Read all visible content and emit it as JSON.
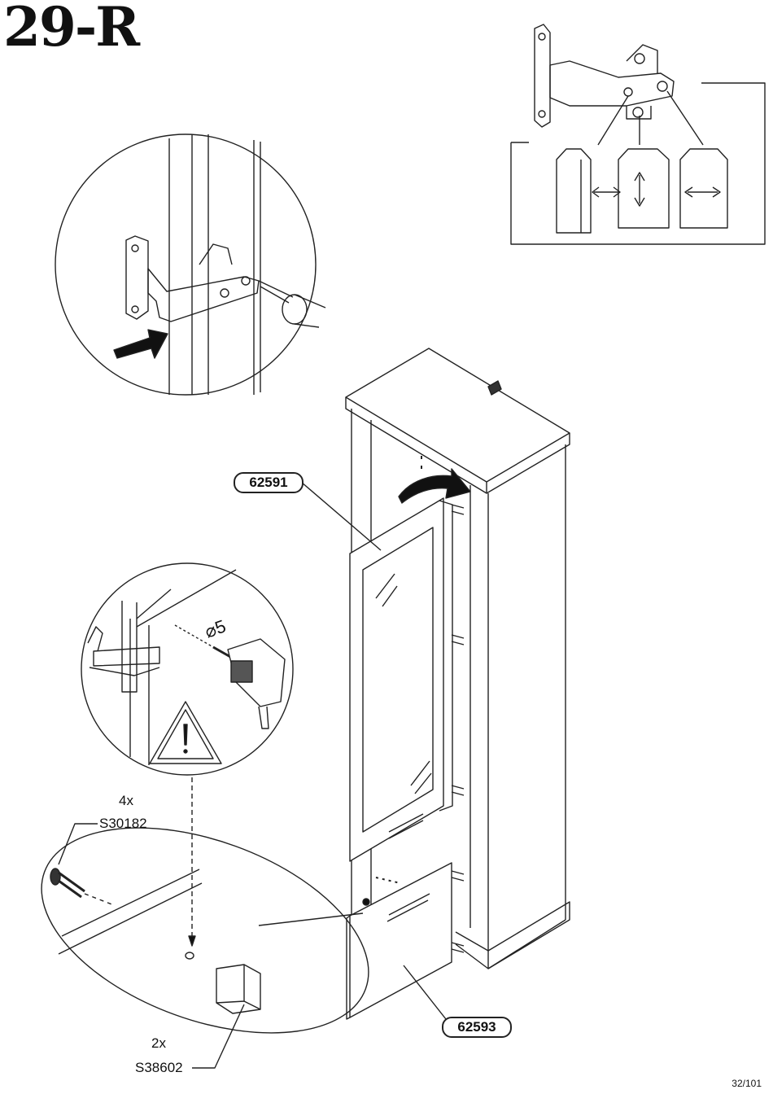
{
  "step_label": "29-R",
  "parts": {
    "door_glass": "62591",
    "drawer_front": "62593"
  },
  "hardware": {
    "screw_qty": "4x",
    "screw_code": "S30182",
    "bumper_qty": "2x",
    "bumper_code": "S38602"
  },
  "drill": {
    "diameter_symbol": "⌀",
    "diameter_value": "5"
  },
  "page_number": "32/101",
  "icons": [
    "hinge-icon",
    "screwdriver-icon",
    "push-arrow-icon",
    "drill-icon",
    "warning-triangle-icon",
    "clamp-icon",
    "adjust-arrow-icon"
  ]
}
